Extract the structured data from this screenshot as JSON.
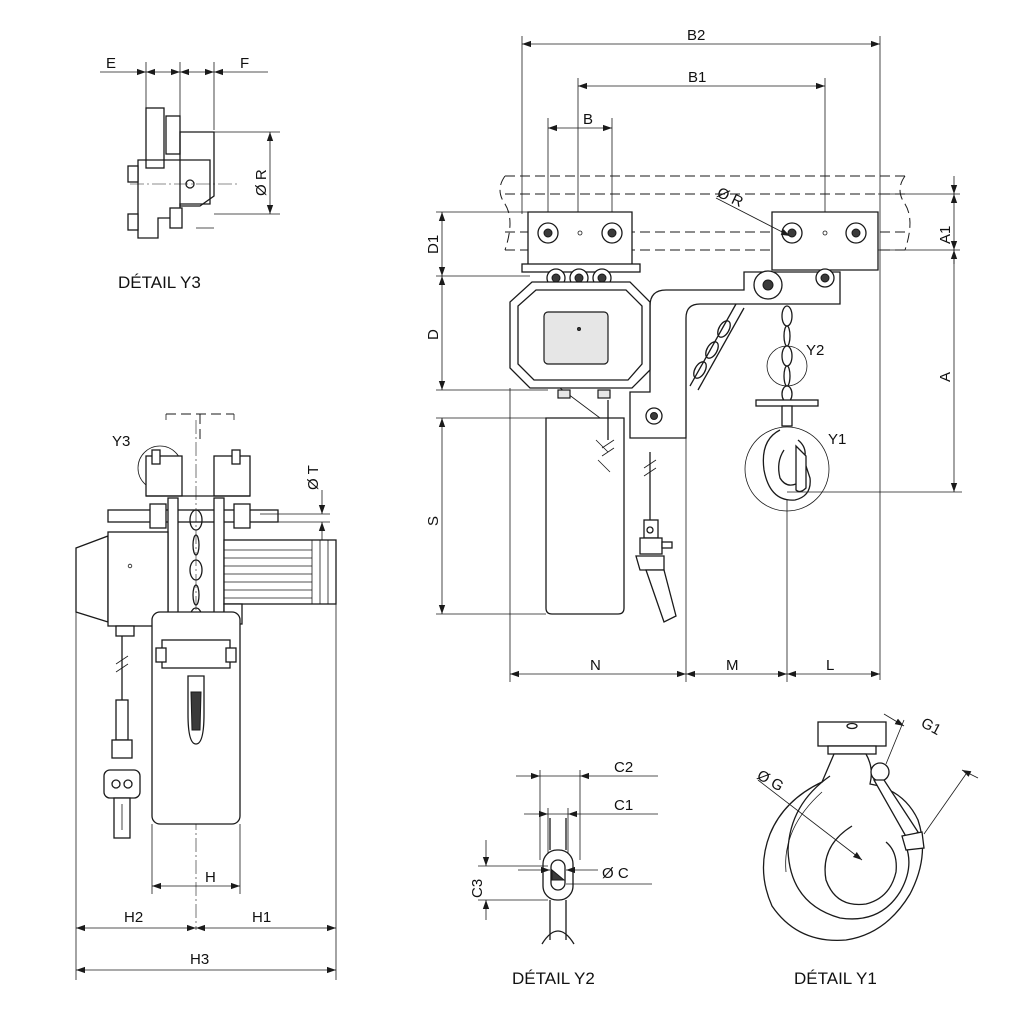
{
  "captions": {
    "detail_y3": "DÉTAIL Y3",
    "detail_y2": "DÉTAIL Y2",
    "detail_y1": "DÉTAIL Y1"
  },
  "dimensions": {
    "E": "E",
    "F": "F",
    "R": "Ø R",
    "B2": "B2",
    "B1": "B1",
    "B": "B",
    "R2": "Ø R",
    "A1": "A1",
    "D1": "D1",
    "D": "D",
    "A": "A",
    "S": "S",
    "N": "N",
    "M": "M",
    "L": "L",
    "T": "Ø T",
    "H": "H",
    "H1": "H1",
    "H2": "H2",
    "H3": "H3",
    "C2": "C2",
    "C1": "C1",
    "C": "Ø C",
    "C3": "C3",
    "G": "Ø G",
    "G1": "G1"
  },
  "markers": {
    "Y3": "Y3",
    "Y2": "Y2",
    "Y1": "Y1"
  }
}
